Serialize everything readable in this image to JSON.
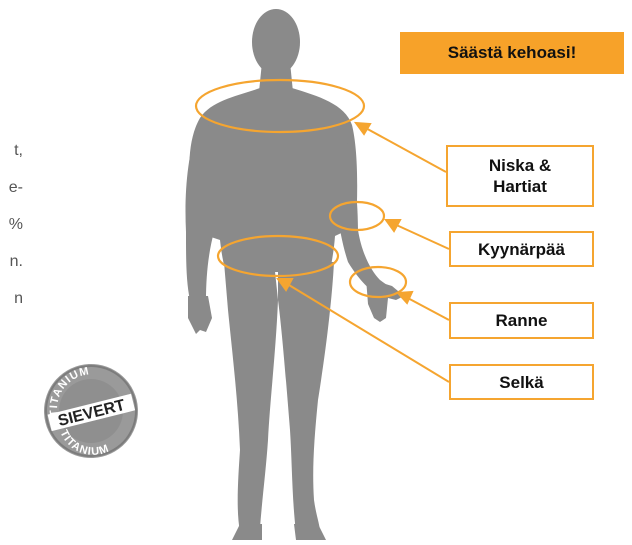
{
  "side_text": {
    "lines": [
      "t,",
      "e-",
      "%",
      "n.",
      "n"
    ]
  },
  "banner": {
    "text": "Säästä kehoasi!",
    "color": "#f7a229"
  },
  "labels": {
    "neck": "Niska &\nHartiat",
    "elbow": "Kyynärpää",
    "wrist": "Ranne",
    "back": "Selkä"
  },
  "seal": {
    "top_text": "TITANIUM",
    "middle_text": "SIEVERT",
    "bottom_text": "TITANIUM"
  },
  "colors": {
    "accent": "#f5a530",
    "silhouette": "#8a8a8a"
  }
}
